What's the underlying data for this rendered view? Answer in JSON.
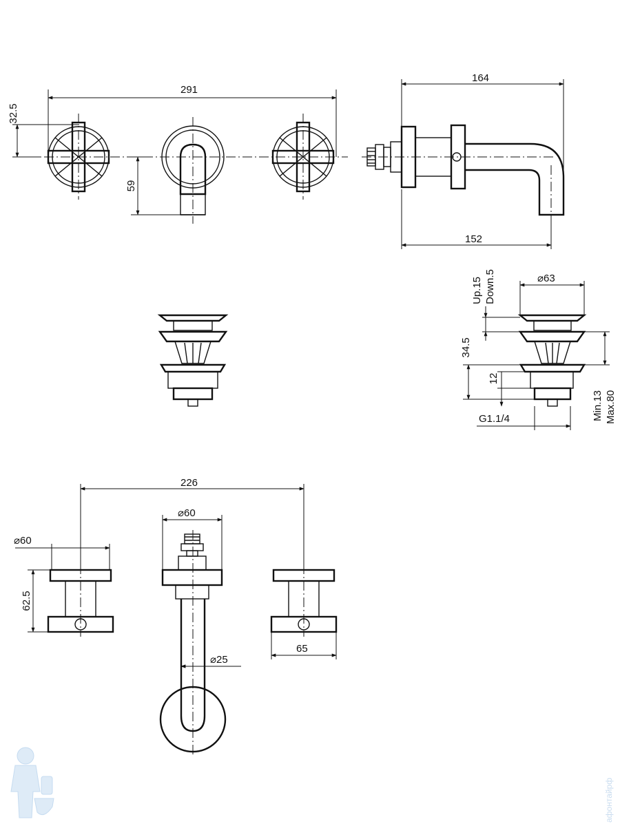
{
  "dimensions": {
    "front_width": "291",
    "front_offset": "32.5",
    "spout_drop": "59",
    "side_depth_top": "164",
    "side_depth_bottom": "152",
    "waste_diameter": "63",
    "waste_up": "Up.15",
    "waste_down": "Down.5",
    "waste_height": "34.5",
    "waste_12": "12",
    "waste_thread": "G1.1/4",
    "waste_min": "Min.13",
    "waste_max": "Max.80",
    "plan_spacing": "226",
    "plan_handle_diameter": "60",
    "plan_spout_flange_diameter": "60",
    "plan_handle_height": "62.5",
    "plan_handle_base": "65",
    "plan_spout_diameter": "25"
  },
  "watermark": {
    "text": "афонтайрф",
    "icon": "plumber-mascot-icon"
  },
  "colors": {
    "line": "#111111",
    "watermark": "#c9dcef"
  }
}
